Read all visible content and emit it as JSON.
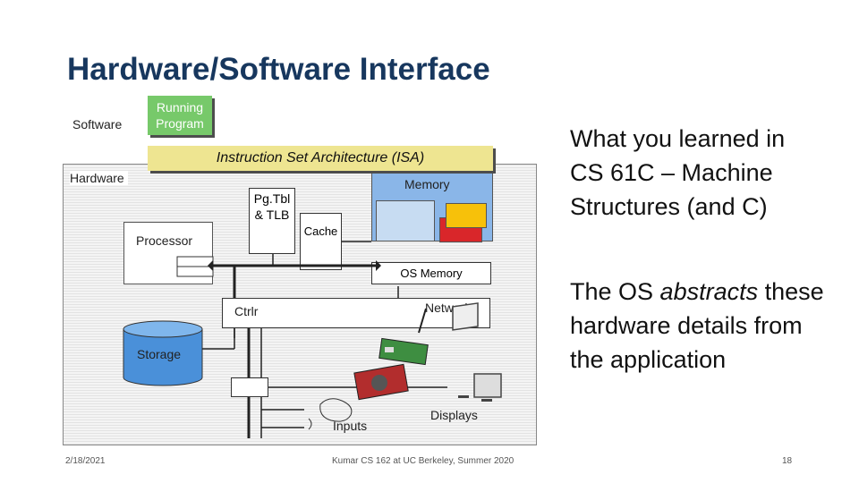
{
  "title": "Hardware/Software Interface",
  "labels": {
    "software": "Software",
    "hardware": "Hardware",
    "running_program": "Running Program",
    "isa": "Instruction Set Architecture (ISA)",
    "memory": "Memory",
    "pgtbl_line1": "Pg.Tbl",
    "pgtbl_line2": "& TLB",
    "cache": "Cache",
    "processor": "Processor",
    "os_memory": "OS Memory",
    "ctrlr": "Ctrlr",
    "networks": "Networks",
    "storage": "Storage",
    "inputs": "Inputs",
    "displays": "Displays"
  },
  "right_text": {
    "block1": [
      "What you learned in",
      "CS 61C – Machine",
      "Structures (and C)"
    ],
    "block2_pre": "The OS ",
    "block2_em": "abstracts",
    "block2_post": " these",
    "block2_rest": [
      "hardware details from",
      "the application"
    ]
  },
  "footer": {
    "date": "2/18/2021",
    "course": "Kumar CS 162 at UC Berkeley, Summer 2020",
    "page": "18"
  },
  "colors": {
    "title": "#17375e",
    "running_program": "#77c96a",
    "isa": "#eee591",
    "memory": "#8ab6e8",
    "storage": "#4a90d9"
  }
}
